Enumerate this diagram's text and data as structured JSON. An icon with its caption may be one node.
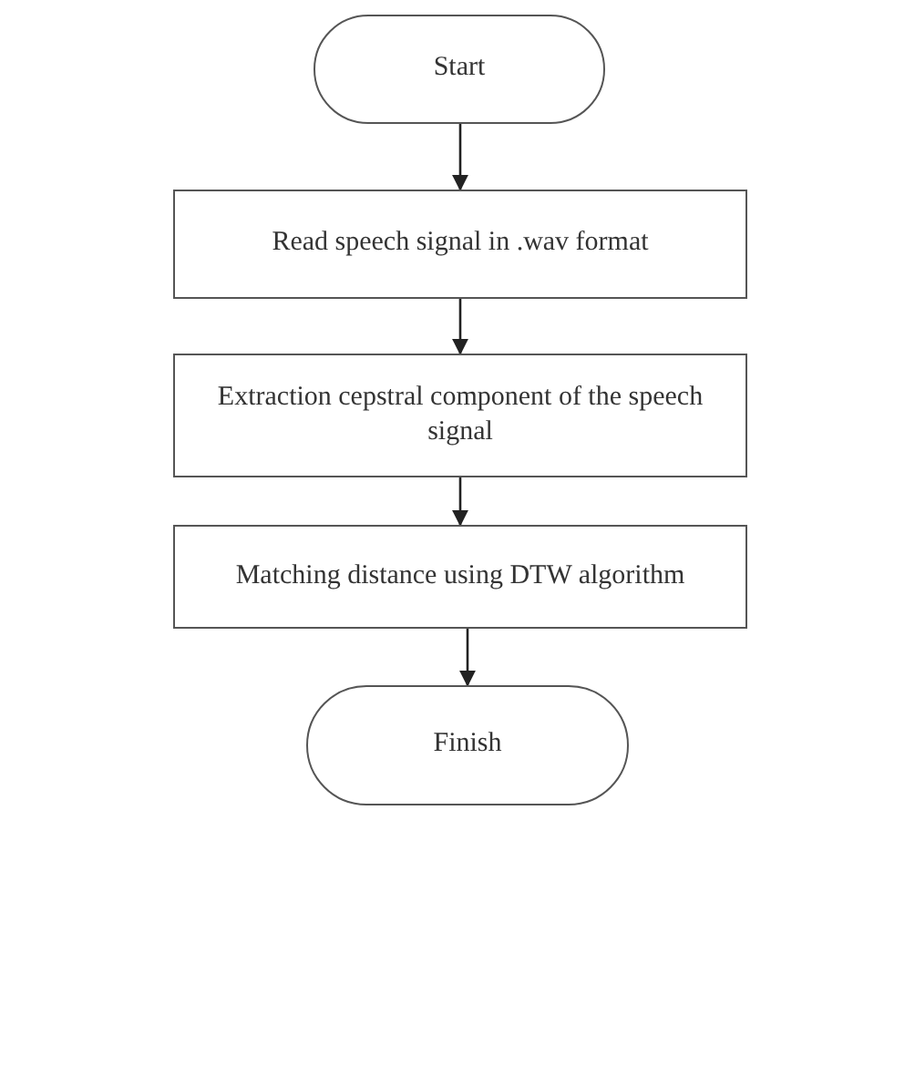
{
  "diagram": {
    "nodes": [
      {
        "text": [
          "Start"
        ]
      },
      {
        "text": [
          "Read speech signal in .wav format"
        ]
      },
      {
        "text": [
          "Extraction cepstral component of the speech signal"
        ]
      },
      {
        "text": [
          "Matching distance using DTW algorithm"
        ]
      },
      {
        "text": [
          "Finish"
        ]
      }
    ],
    "edges": [
      {
        "from": 0,
        "to": 1,
        "arrow": "to"
      },
      {
        "from": 1,
        "to": 2,
        "arrow": "to"
      },
      {
        "from": 2,
        "to": 3,
        "arrow": "to"
      },
      {
        "from": 3,
        "to": 4,
        "arrow": "to"
      }
    ]
  }
}
